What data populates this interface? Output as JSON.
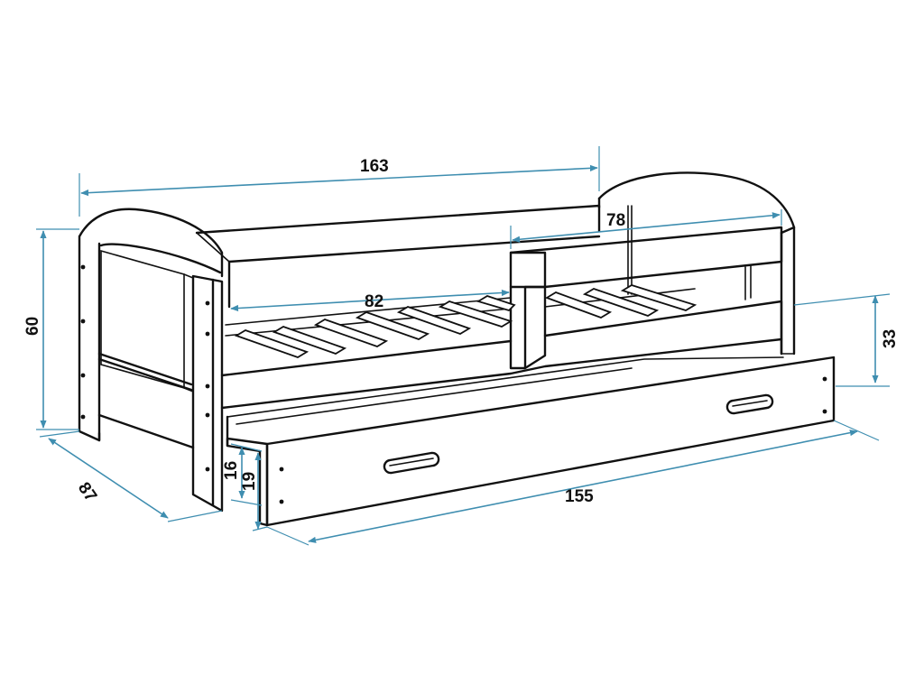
{
  "colors": {
    "outline": "#111111",
    "dimension_line": "#3f8eb0",
    "background": "#ffffff"
  },
  "dimensions": {
    "overall_length": "163",
    "guard_rail_length": "78",
    "opening_length": "82",
    "overall_height": "60",
    "side_height": "33",
    "depth": "87",
    "drawer_clearance_16": "16",
    "drawer_height_19": "19",
    "drawer_length": "155"
  }
}
